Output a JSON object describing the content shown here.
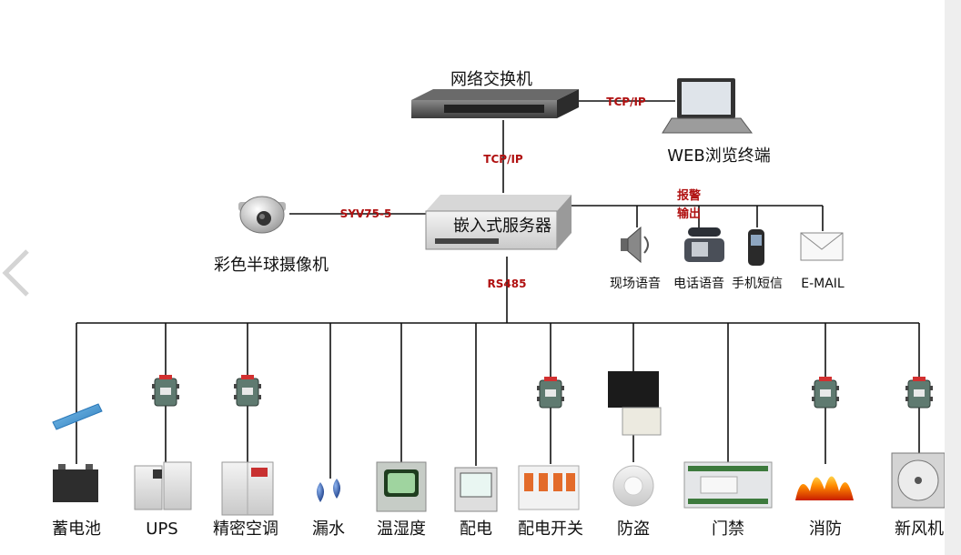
{
  "top": {
    "switch_label": "网络交换机",
    "web_label": "WEB浏览终端",
    "link_switch_web": "TCP/IP",
    "link_switch_server": "TCP/IP"
  },
  "middle": {
    "server_label": "嵌入式服务器",
    "camera_label": "彩色半球摄像机",
    "link_camera": "SYV75-5",
    "alarm_output_line1": "报警",
    "alarm_output_line2": "输出",
    "bus_label": "RS485"
  },
  "alarms": [
    {
      "label": "现场语音",
      "icon": "speaker-icon"
    },
    {
      "label": "电话语音",
      "icon": "telephone-icon"
    },
    {
      "label": "手机短信",
      "icon": "mobile-phone-icon"
    },
    {
      "label": "E-MAIL",
      "icon": "envelope-icon"
    }
  ],
  "devices": [
    {
      "label": "蓄电池",
      "icon": "battery-icon"
    },
    {
      "label": "UPS",
      "icon": "ups-icon"
    },
    {
      "label": "精密空调",
      "icon": "precision-ac-icon"
    },
    {
      "label": "漏水",
      "icon": "water-drop-icon"
    },
    {
      "label": "温湿度",
      "icon": "thermo-hygrometer-icon"
    },
    {
      "label": "配电",
      "icon": "power-meter-icon"
    },
    {
      "label": "配电开关",
      "icon": "breaker-icon"
    },
    {
      "label": "防盗",
      "icon": "motion-detector-icon"
    },
    {
      "label": "门禁",
      "icon": "access-controller-icon"
    },
    {
      "label": "消防",
      "icon": "fire-icon"
    },
    {
      "label": "新风机",
      "icon": "fan-icon"
    }
  ],
  "colors": {
    "line": "#111111",
    "label_red": "#b01010",
    "module_green": "#5f7a70",
    "module_tag": "#d23030",
    "sensor_blue": "#3a8fcf"
  }
}
